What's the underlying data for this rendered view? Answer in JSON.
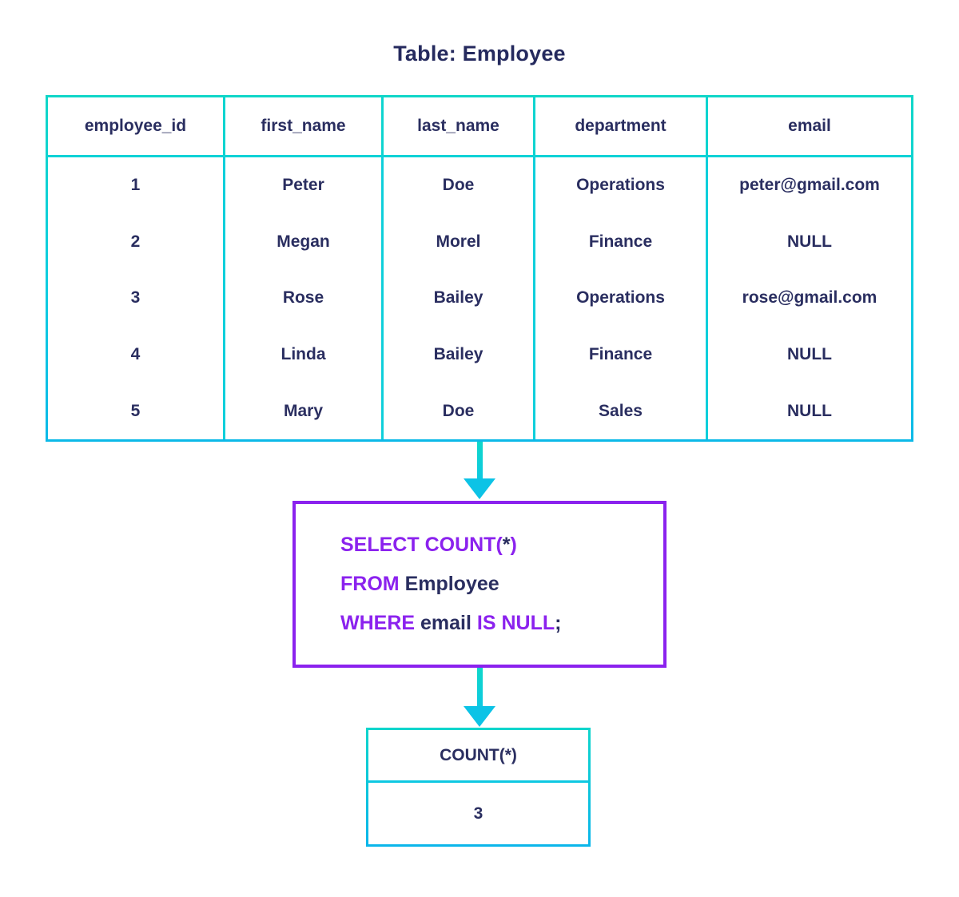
{
  "title": "Table: Employee",
  "source_table": {
    "name": "Employee",
    "columns": [
      {
        "key": "employee_id",
        "label": "employee_id"
      },
      {
        "key": "first_name",
        "label": "first_name"
      },
      {
        "key": "last_name",
        "label": "last_name"
      },
      {
        "key": "department",
        "label": "department"
      },
      {
        "key": "email",
        "label": "email"
      }
    ],
    "rows": [
      {
        "employee_id": "1",
        "first_name": "Peter",
        "last_name": "Doe",
        "department": "Operations",
        "email": "peter@gmail.com"
      },
      {
        "employee_id": "2",
        "first_name": "Megan",
        "last_name": "Morel",
        "department": "Finance",
        "email": "NULL"
      },
      {
        "employee_id": "3",
        "first_name": "Rose",
        "last_name": "Bailey",
        "department": "Operations",
        "email": "rose@gmail.com"
      },
      {
        "employee_id": "4",
        "first_name": "Linda",
        "last_name": "Bailey",
        "department": "Finance",
        "email": "NULL"
      },
      {
        "employee_id": "5",
        "first_name": "Mary",
        "last_name": "Doe",
        "department": "Sales",
        "email": "NULL"
      }
    ]
  },
  "query": {
    "full_text": "SELECT COUNT(*) FROM Employee WHERE email IS NULL;",
    "line1": {
      "keyword1": "SELECT COUNT",
      "paren_open": "(",
      "star": "*",
      "paren_close": ")"
    },
    "line2": {
      "keyword": "FROM",
      "identifier": "Employee"
    },
    "line3": {
      "keyword1": "WHERE",
      "identifier": "email",
      "keyword2": "IS NULL",
      "terminator": ";"
    }
  },
  "result_table": {
    "header": "COUNT(*)",
    "value": "3"
  },
  "arrows": [
    {
      "name": "table-to-query",
      "direction": "down"
    },
    {
      "name": "query-to-result",
      "direction": "down"
    }
  ],
  "colors": {
    "accent_cyan": "#0ed2d6",
    "accent_purple": "#8b22ee",
    "text_navy": "#2a2e60",
    "background": "#ffffff"
  }
}
